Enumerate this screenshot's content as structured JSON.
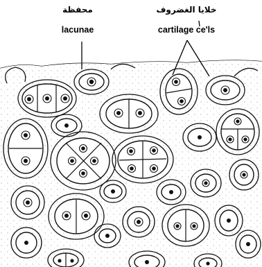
{
  "labels": {
    "lacunae_ar": "محفظة",
    "lacunae_en": "lacunae",
    "cells_ar": "خلايا الغضروف",
    "cells_en": "cartilage ce'ls"
  }
}
